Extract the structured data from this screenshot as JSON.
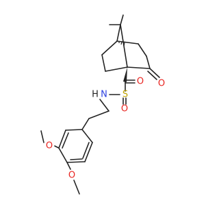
{
  "colors": {
    "bond": "#222222",
    "oxygen": "#e8231f",
    "nitrogen": "#2b3fe0",
    "sulfur": "#c2a600",
    "hydrogen": "#222222"
  },
  "atom_labels": {
    "carbonyl_o": "O",
    "sulfonyl_o_top": "O",
    "sulfonyl_o_bottom": "O",
    "sulfur": "S",
    "nh": "N",
    "nh_h": "H",
    "methoxy_o_upper": "O",
    "methoxy_o_lower": "O"
  }
}
